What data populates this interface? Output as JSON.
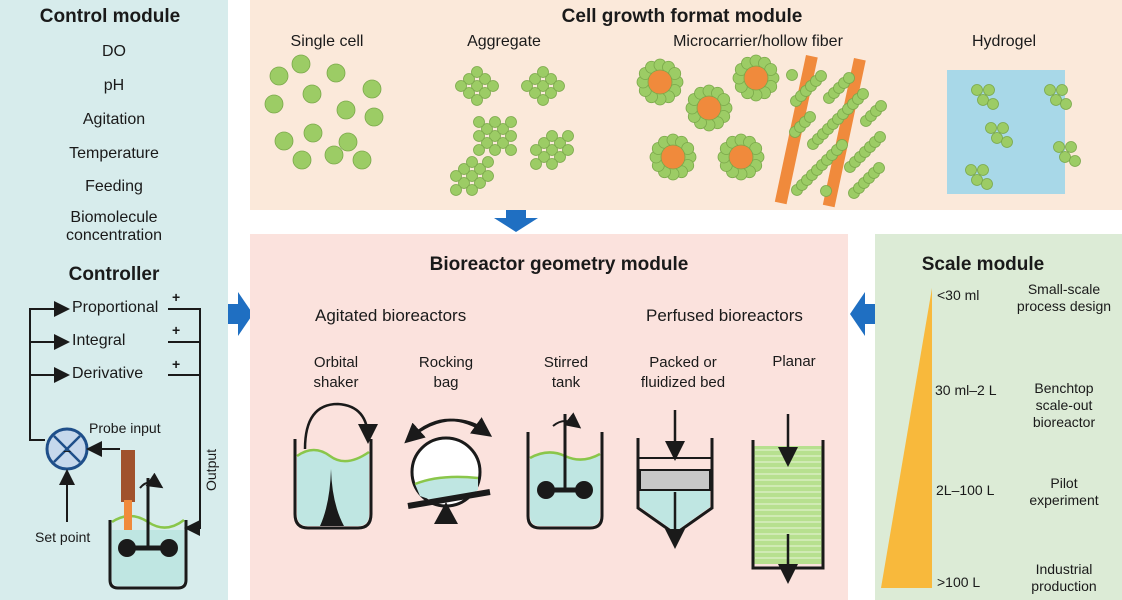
{
  "control": {
    "title": "Control module",
    "params": [
      "DO",
      "pH",
      "Agitation",
      "Temperature",
      "Feeding",
      "Biomolecule concentration"
    ],
    "controller_title": "Controller",
    "terms": [
      "Proportional",
      "Integral",
      "Derivative"
    ],
    "plus": "+",
    "minus": "−",
    "probe_input": "Probe input",
    "set_point": "Set point",
    "output": "Output"
  },
  "growth": {
    "title": "Cell growth format module",
    "formats": [
      "Single cell",
      "Aggregate",
      "Microcarrier/hollow fiber",
      "Hydrogel"
    ]
  },
  "geometry": {
    "title": "Bioreactor geometry module",
    "agitated": "Agitated bioreactors",
    "perfused": "Perfused bioreactors",
    "types": [
      "Orbital shaker",
      "Rocking bag",
      "Stirred tank",
      "Packed or fluidized bed",
      "Planar"
    ]
  },
  "scale": {
    "title": "Scale module",
    "volumes": [
      "<30 ml",
      "30 ml–2 L",
      "2L–100 L",
      ">100 L"
    ],
    "stages": [
      "Small-scale process design",
      "Benchtop scale-out bioreactor",
      "Pilot experiment",
      "Industrial production"
    ]
  },
  "colors": {
    "control_bg": "#d7ecec",
    "growth_bg": "#fbe9da",
    "geometry_bg": "#fbe2dd",
    "scale_bg": "#dcebd6",
    "arrow_blue": "#1f6fc2",
    "cell_green": "#9ccc65",
    "carrier_orange": "#f08a3c",
    "medium_teal": "#bfe6e2",
    "scale_wedge": "#f8b93c",
    "hydrogel_blue": "#a8d8e8"
  }
}
